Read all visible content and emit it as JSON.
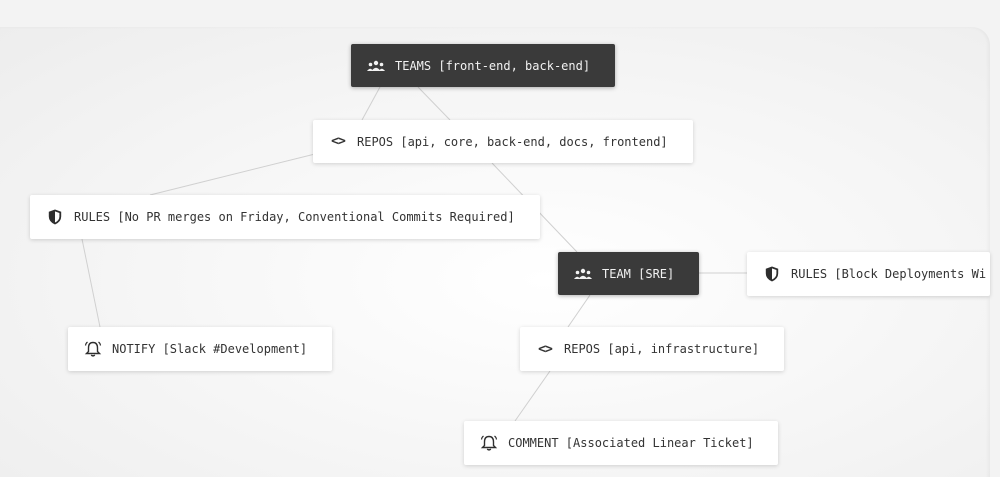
{
  "nodes": {
    "teams_root": {
      "label": "TEAMS [front-end, back-end]",
      "icon": "people-icon"
    },
    "repos_root": {
      "label": "REPOS [api, core, back-end, docs, frontend]",
      "icon": "code-icon",
      "glyph": "<>"
    },
    "rules_root": {
      "label": "RULES [No PR merges on Friday, Conventional Commits Required]",
      "icon": "shield-icon"
    },
    "notify_root": {
      "label": "NOTIFY [Slack #Development]",
      "icon": "bell-icon"
    },
    "team_sre": {
      "label": "TEAM [SRE]",
      "icon": "people-icon"
    },
    "rules_sre": {
      "label": "RULES [Block Deployments Wi",
      "icon": "shield-icon"
    },
    "repos_sre": {
      "label": "REPOS [api, infrastructure]",
      "icon": "code-icon",
      "glyph": "<>"
    },
    "comment_sre": {
      "label": "COMMENT [Associated Linear Ticket]",
      "icon": "bell-icon"
    }
  },
  "colors": {
    "dark_node": "#3a3a3a",
    "light_node": "#ffffff",
    "edge": "#d0d0d0"
  }
}
